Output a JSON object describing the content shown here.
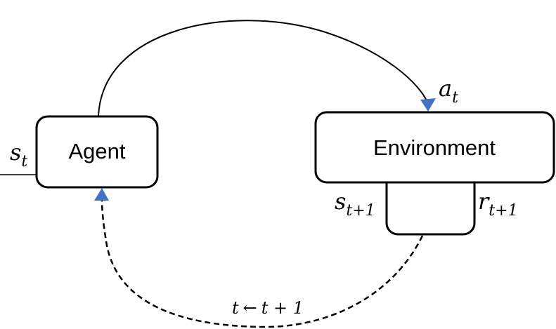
{
  "agent": {
    "label": "Agent"
  },
  "environment": {
    "label": "Environment"
  },
  "labels": {
    "state_in": {
      "base": "s",
      "sub": "t"
    },
    "action": {
      "base": "a",
      "sub": "t"
    },
    "next_state": {
      "base": "s",
      "sub": "t+1"
    },
    "reward": {
      "base": "r",
      "sub": "t+1"
    },
    "time_update": {
      "lhs": "t",
      "arrow": "←",
      "rhs": "t + 1"
    }
  },
  "colors": {
    "stroke": "#000000",
    "arrowhead": "#4472C4",
    "fill": "#ffffff"
  },
  "icons": {
    "arrowhead": "triangle-arrowhead-icon"
  }
}
